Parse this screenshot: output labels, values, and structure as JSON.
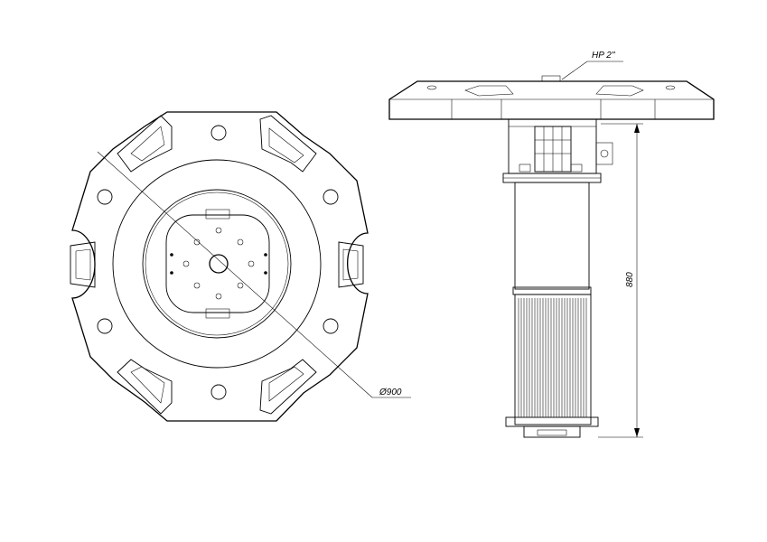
{
  "drawing": {
    "diameter_label": "Ø900",
    "height_label": "880",
    "thread_label": "HP 2''"
  },
  "colors": {
    "line": "#000000",
    "background": "#ffffff"
  }
}
